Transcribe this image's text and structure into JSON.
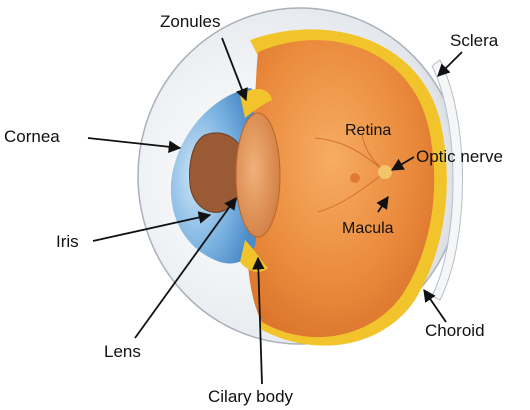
{
  "labels": {
    "zonules": "Zonules",
    "sclera": "Sclera",
    "cornea": "Cornea",
    "retina": "Retina",
    "optic_nerve": "Optic nerve",
    "macula": "Macula",
    "iris": "Iris",
    "lens": "Lens",
    "choroid": "Choroid",
    "ciliary_body": "Cilary body"
  },
  "colors": {
    "sclera": "#dfe4ea",
    "vitreous": "#e98a3a",
    "vitreous_light": "#f3a45c",
    "choroid": "#f2c42c",
    "cornea": "#7fb2e0",
    "iris": "#9a5a34",
    "lens": "#d98a45"
  }
}
